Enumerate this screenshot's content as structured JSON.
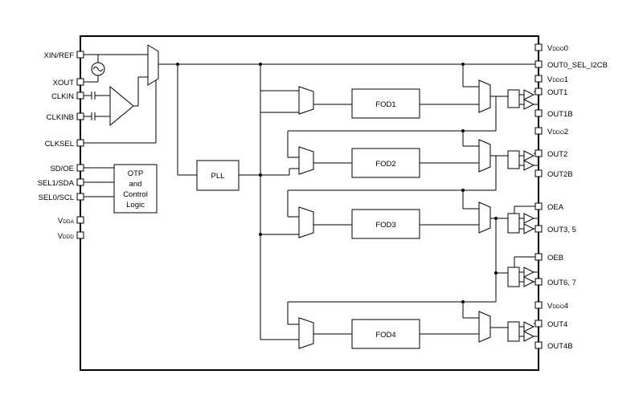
{
  "left_pins": {
    "xin_ref": "XIN/REF",
    "xout": "XOUT",
    "clkin": "CLKIN",
    "clkinb": "CLKINB",
    "clksel": "CLKSEL",
    "sd_oe": "SD/OE",
    "sel1_sda": "SEL1/SDA",
    "sel0_scl": "SEL0/SCL",
    "vdda": {
      "main": "V",
      "sub": "DDA"
    },
    "vddd": {
      "main": "V",
      "sub": "DDD"
    }
  },
  "right_pins": {
    "vddo0": {
      "main": "V",
      "sub": "DDO",
      "suffix": "0"
    },
    "out0_sel": "OUT0_SEL_I2CB",
    "vddo1": {
      "main": "V",
      "sub": "DDO",
      "suffix": "1"
    },
    "out1": "OUT1",
    "out1b": "OUT1B",
    "vddo2": {
      "main": "V",
      "sub": "DDO",
      "suffix": "2"
    },
    "out2": "OUT2",
    "out2b": "OUT2B",
    "oea": "OEA",
    "out35": "OUT3, 5",
    "oeb": "OEB",
    "out67": "OUT6, 7",
    "vddo4": {
      "main": "V",
      "sub": "DDO",
      "suffix": "4"
    },
    "out4": "OUT4",
    "out4b": "OUT4B"
  },
  "blocks": {
    "otp": [
      "OTP",
      "and",
      "Control",
      "Logic"
    ],
    "pll": "PLL",
    "fod1": "FOD1",
    "fod2": "FOD2",
    "fod3": "FOD3",
    "fod4": "FOD4"
  }
}
